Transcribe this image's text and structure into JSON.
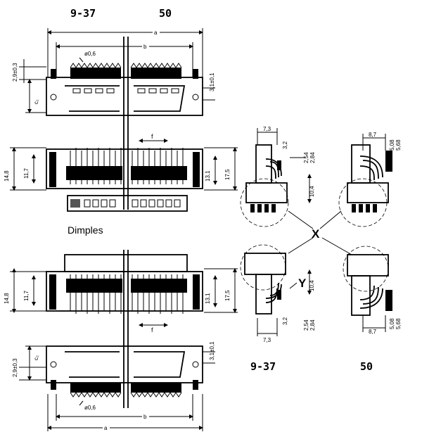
{
  "headers": {
    "left_series": "9-37",
    "right_series": "50"
  },
  "dimensions": {
    "a": "a",
    "b": "b",
    "c1": "c₁",
    "c2": "c₂",
    "f": "f",
    "pin_dia": "ø0,6",
    "tol_top_left": "2,9±0,3",
    "tol_top_right": "3,1±0,1",
    "tol_bottom_left": "2,9±0,3",
    "tol_bottom_right": "3,1±0,1",
    "h14_8": "14,8",
    "h11_7": "11,7",
    "h13_1": "13,1",
    "h17_5": "17,5",
    "r7_3": "7,3",
    "r3_2": "3,2",
    "r2_54": "2,54",
    "r2_84": "2,84",
    "r10_4": "10,4",
    "r8_7": "8,7",
    "r5_08": "5,08",
    "r5_68": "5,68"
  },
  "labels": {
    "dimples": "Dimples",
    "x_marker": "X",
    "y_marker": "Y",
    "bottom_left_series": "9-37",
    "bottom_right_series": "50"
  }
}
